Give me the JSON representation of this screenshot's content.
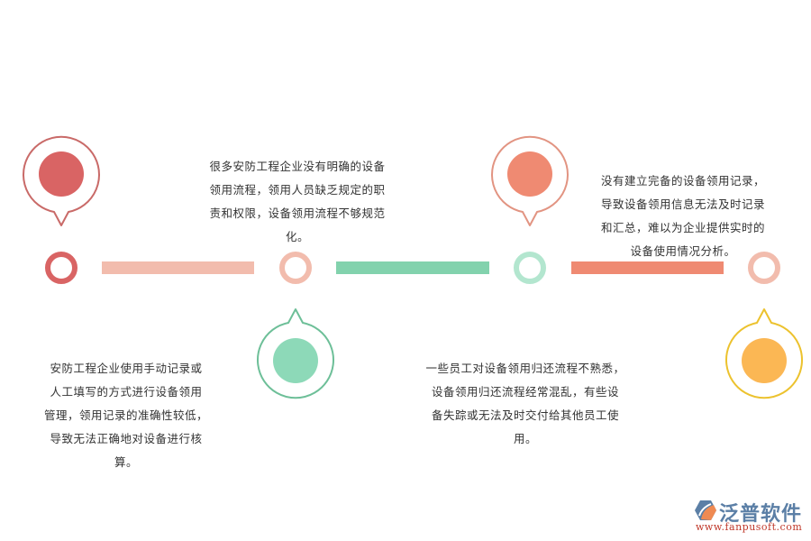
{
  "colors": {
    "pin1": "#d96464",
    "pin2": "#8dd9b8",
    "pin3": "#ef8a72",
    "pin4": "#fbb754",
    "bar1": "#f2bcad",
    "bar2": "#82d2ad",
    "bar3": "#ef8a72",
    "ring1": "#d96464",
    "ring2": "#f2bcad",
    "ring3": "#b3e6cf",
    "ring4": "#f2bcad"
  },
  "items": [
    {
      "text_lines": [
        "安防工程企业使用手动记录或",
        "人工填写的方式进行设备领用",
        "管理，领用记录的准确性较低，",
        "导致无法正确地对设备进行核",
        "算。"
      ]
    },
    {
      "text_lines": [
        "很多安防工程企业没有明确的设备",
        "领用流程，领用人员缺乏规定的职",
        "责和权限，设备领用流程不够规范",
        "化。"
      ]
    },
    {
      "text_lines": [
        "一些员工对设备领用归还流程不熟悉，",
        "设备领用归还流程经常混乱，有些设",
        "备失踪或无法及时交付给其他员工使",
        "用。"
      ]
    },
    {
      "text_lines": [
        "没有建立完备的设备领用记录，",
        "导致设备领用信息无法及时记录",
        "和汇总，难以为企业提供实时的",
        "设备使用情况分析。"
      ]
    }
  ],
  "logo": {
    "name": "泛普软件",
    "url": "www.fanpusoft.com"
  }
}
